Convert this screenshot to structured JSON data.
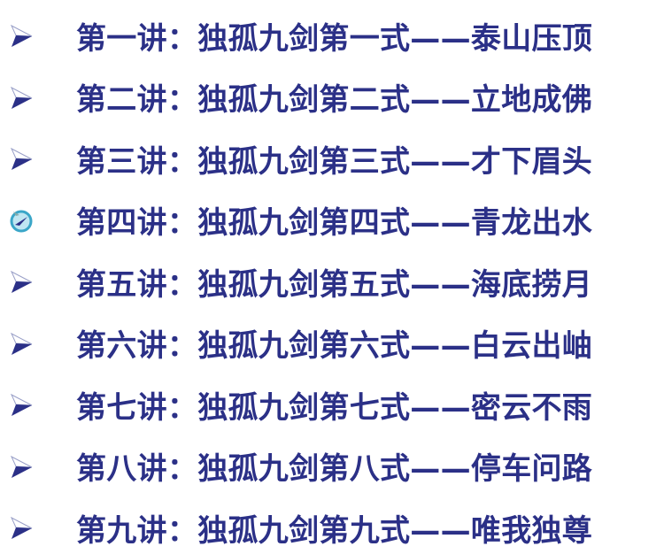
{
  "colors": {
    "text": "#2b3087",
    "bullet": "#2b3087",
    "special_bullet": "#3aa6c8"
  },
  "items": [
    {
      "label": "第一讲：独孤九剑第一式——泰山压顶",
      "icon": "arrow-bullet-icon"
    },
    {
      "label": "第二讲：独孤九剑第二式——立地成佛",
      "icon": "arrow-bullet-icon"
    },
    {
      "label": "第三讲：独孤九剑第三式——才下眉头",
      "icon": "arrow-bullet-icon"
    },
    {
      "label": "第四讲：独孤九剑第四式——青龙出水",
      "icon": "circle-bullet-icon"
    },
    {
      "label": "第五讲：独孤九剑第五式——海底捞月",
      "icon": "arrow-bullet-icon"
    },
    {
      "label": "第六讲：独孤九剑第六式——白云出岫",
      "icon": "arrow-bullet-icon"
    },
    {
      "label": "第七讲：独孤九剑第七式——密云不雨",
      "icon": "arrow-bullet-icon"
    },
    {
      "label": "第八讲：独孤九剑第八式——停车问路",
      "icon": "arrow-bullet-icon"
    },
    {
      "label": "第九讲：独孤九剑第九式——唯我独尊",
      "icon": "arrow-bullet-icon"
    }
  ]
}
